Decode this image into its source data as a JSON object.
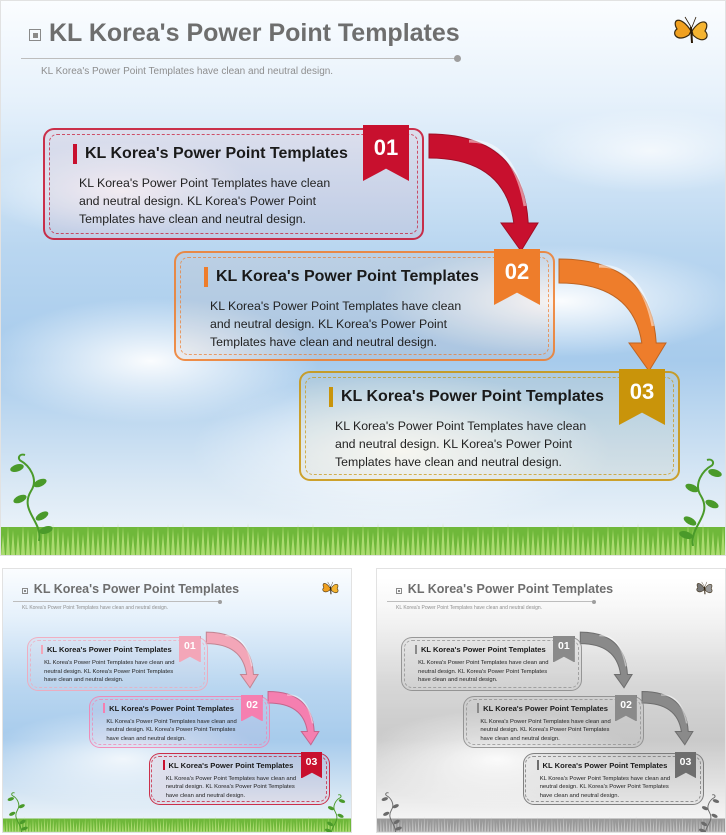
{
  "title": "KL Korea's Power Point Templates",
  "subtitle": "KL Korea's  Power  Point Templates  have  clean and neutral design.",
  "steps": [
    {
      "number": "01",
      "heading": "KL Korea's Power Point Templates",
      "body": "KL Korea's Power Point Templates have clean and neutral design. KL Korea's Power Point Templates have clean and neutral design."
    },
    {
      "number": "02",
      "heading": "KL Korea's Power Point Templates",
      "body": "KL Korea's Power Point Templates have clean and neutral design. KL Korea's Power Point Templates have clean and neutral design."
    },
    {
      "number": "03",
      "heading": "KL Korea's Power Point Templates",
      "body": "KL Korea's Power Point Templates have clean and neutral design. KL Korea's Power Point Templates have clean and neutral design."
    }
  ],
  "variants": [
    {
      "name": "color-main",
      "colors": [
        "#c8102e",
        "#ee7d2b",
        "#c9940a"
      ]
    },
    {
      "name": "pink-red",
      "colors": [
        "#f3a6b8",
        "#f57fb0",
        "#c8102e"
      ]
    },
    {
      "name": "grayscale",
      "colors": [
        "#8a8a8a",
        "#8a8a8a",
        "#6e6e6e"
      ]
    }
  ],
  "icons": [
    "butterfly-icon",
    "vine-icon",
    "grass-strip",
    "arrow-icon"
  ]
}
